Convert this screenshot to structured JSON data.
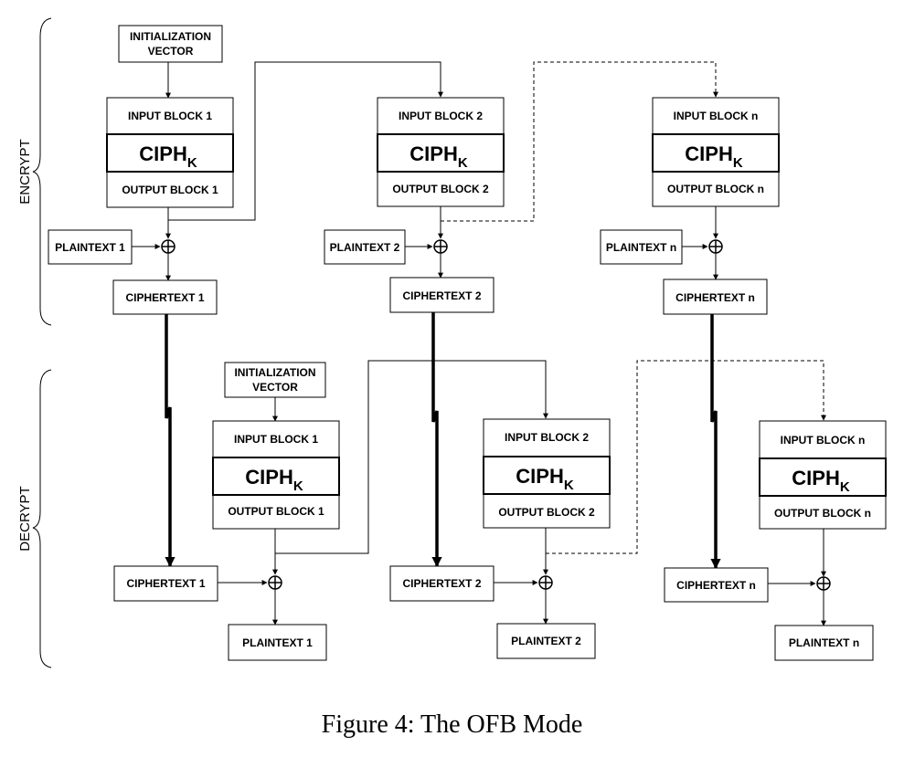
{
  "sides": {
    "encrypt": "ENCRYPT",
    "decrypt": "DECRYPT"
  },
  "encrypt": [
    {
      "iv": [
        "INITIALIZATION",
        "VECTOR"
      ],
      "input": "INPUT BLOCK 1",
      "ciph": "CIPH",
      "ciph_sub": "K",
      "output": "OUTPUT BLOCK 1",
      "plaintext": "PLAINTEXT 1",
      "ciphertext": "CIPHERTEXT 1"
    },
    {
      "input": "INPUT BLOCK 2",
      "ciph": "CIPH",
      "ciph_sub": "K",
      "output": "OUTPUT BLOCK 2",
      "plaintext": "PLAINTEXT 2",
      "ciphertext": "CIPHERTEXT 2"
    },
    {
      "input": "INPUT BLOCK n",
      "ciph": "CIPH",
      "ciph_sub": "K",
      "output": "OUTPUT BLOCK n",
      "plaintext": "PLAINTEXT n",
      "ciphertext": "CIPHERTEXT n"
    }
  ],
  "decrypt": [
    {
      "iv": [
        "INITIALIZATION",
        "VECTOR"
      ],
      "input": "INPUT BLOCK 1",
      "ciph": "CIPH",
      "ciph_sub": "K",
      "output": "OUTPUT BLOCK 1",
      "ciphertext": "CIPHERTEXT 1",
      "plaintext": "PLAINTEXT 1"
    },
    {
      "input": "INPUT BLOCK 2",
      "ciph": "CIPH",
      "ciph_sub": "K",
      "output": "OUTPUT BLOCK 2",
      "ciphertext": "CIPHERTEXT 2",
      "plaintext": "PLAINTEXT 2"
    },
    {
      "input": "INPUT BLOCK n",
      "ciph": "CIPH",
      "ciph_sub": "K",
      "output": "OUTPUT BLOCK n",
      "ciphertext": "CIPHERTEXT n",
      "plaintext": "PLAINTEXT n"
    }
  ],
  "caption": "Figure 4: The OFB Mode"
}
